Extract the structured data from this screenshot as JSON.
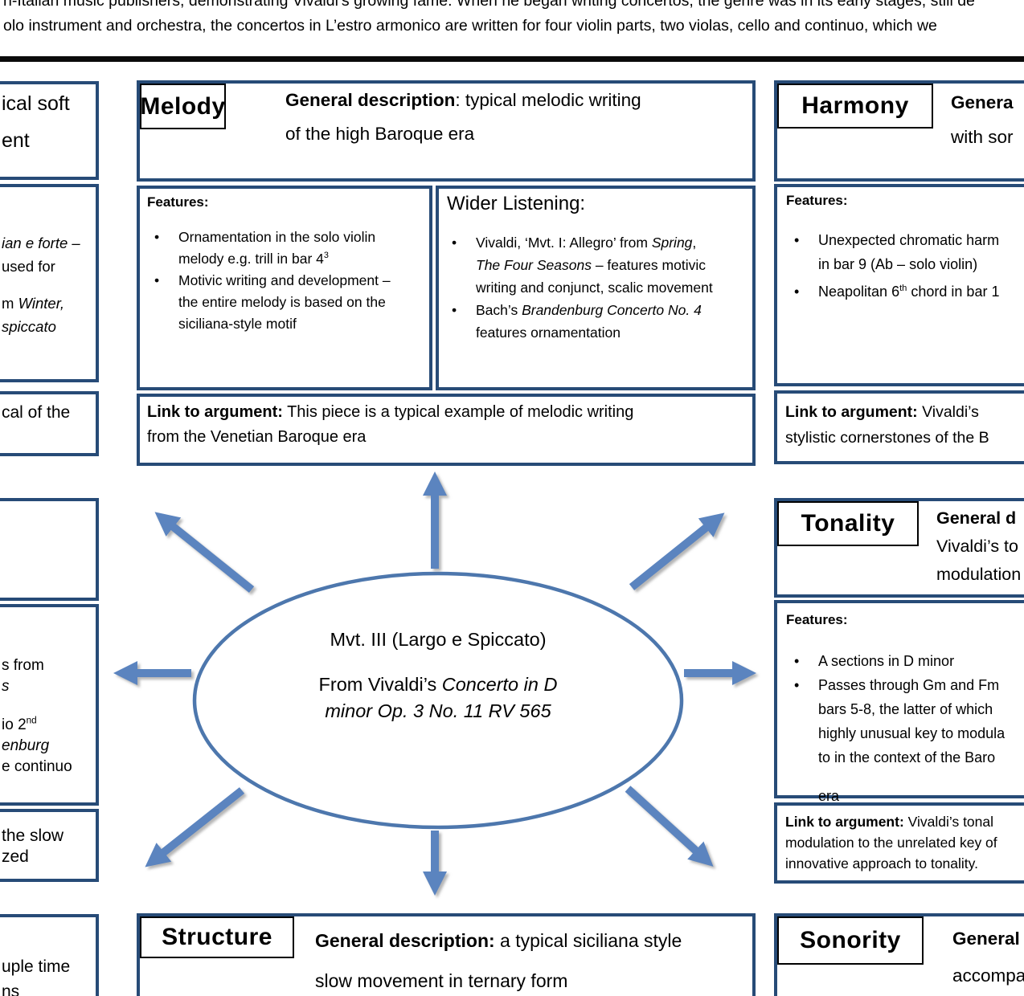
{
  "top_banner": {
    "line1": "n-Italian music publishers, demonstrating Vivaldi’s growing fame. When he began writing concertos, the genre was in its early stages, still de",
    "line2": "olo instrument and orchestra, the concertos in L’estro armonico are written for four violin parts, two violas, cello and continuo, which we"
  },
  "center_ellipse": {
    "line1": "Mvt. III (Largo e Spiccato)",
    "line2_regular": "From Vivaldi’s ",
    "line2_italic": "Concerto in D",
    "line3_italic": "minor Op. 3 No. 11 RV 565"
  },
  "melody": {
    "title": "Melody",
    "desc_bold": "General description",
    "desc_line1_rest": ": typical melodic writing",
    "desc_line2": "of the high Baroque era",
    "features_title": "Features:",
    "f_b1_l1": "Ornamentation in the solo violin",
    "f_b1_l2": "melody e.g. trill in bar 4",
    "f_b1_sup": "3",
    "f_b2_l1": "Motivic writing and development –",
    "f_b2_l2": "the entire melody is based on the",
    "f_b2_l3": "siciliana-style motif",
    "wider_title": "Wider Listening:",
    "w_b1_l1a": "Vivaldi, ‘Mvt. I: Allegro’ from ",
    "w_b1_l1b": "Spring",
    "w_b1_l1c": ",",
    "w_b1_l2a": "The Four Seasons",
    "w_b1_l2b": " – features motivic",
    "w_b1_l3": "writing and conjunct, scalic movement",
    "w_b2_l1a": "Bach’s ",
    "w_b2_l1b": "Brandenburg Concerto No. 4",
    "w_b2_l2": "features ornamentation",
    "link_bold": "Link to argument:",
    "link_line1_rest": " This piece is a typical example of melodic writing",
    "link_line2": "from the Venetian Baroque era"
  },
  "harmony": {
    "title": "Harmony",
    "desc_line1": "Genera",
    "desc_line2": "with sor",
    "features_title": "Features:",
    "b1_l1": "Unexpected chromatic harm",
    "b1_l2": "in bar 9 (Ab – solo violin)",
    "b2_a": "Neapolitan 6",
    "b2_sup": "th",
    "b2_b": " chord in bar 1",
    "link_bold": "Link to argument:",
    "link_line1_rest": " Vivaldi’s",
    "link_line2": "stylistic cornerstones of the B"
  },
  "tonality": {
    "title": "Tonality",
    "desc_line1": "General d",
    "desc_line2": "Vivaldi’s to",
    "desc_line3": "modulation",
    "features_title": "Features:",
    "b1": "A sections in D minor",
    "b2_l1": "Passes through Gm and Fm",
    "b2_l2": "bars 5-8, the latter of which",
    "b2_l3": "highly unusual key to modula",
    "b2_l4": "to in the context of the Baro",
    "b2_l5": "era",
    "link_bold": "Link to argument:",
    "link_line1_rest": " Vivaldi’s tonal",
    "link_line2": "modulation to the unrelated key of",
    "link_line3": "innovative approach to tonality."
  },
  "structure": {
    "title": "Structure",
    "desc_bold": "General description:",
    "desc_line1_rest": " a typical siciliana style",
    "desc_line2": "slow movement in ternary form"
  },
  "sonority": {
    "title": "Sonority",
    "desc_line1": "General",
    "desc_line2": "accompan"
  },
  "left_column": {
    "a_l1": "ical soft",
    "a_l2": "ent",
    "b_l1_it": "ian e forte –",
    "b_l2": "used for",
    "b_l3a": "m ",
    "b_l3b_it": "Winter,",
    "b_l4_it": "spiccato",
    "c_l1": "cal of the",
    "e_l1": "s from",
    "e_l2_it": "s",
    "e_l3a": "io 2",
    "e_l3_sup": "nd",
    "e_l4_it": "enburg",
    "e_l5": "e continuo",
    "f_l1": "the slow",
    "f_l2": "zed",
    "g_l1": "uple time",
    "g_l2": "ns"
  },
  "colors": {
    "border_navy": "#274b77",
    "arrow_blue": "#5b84bf",
    "ellipse_blue": "#4d77ad"
  }
}
